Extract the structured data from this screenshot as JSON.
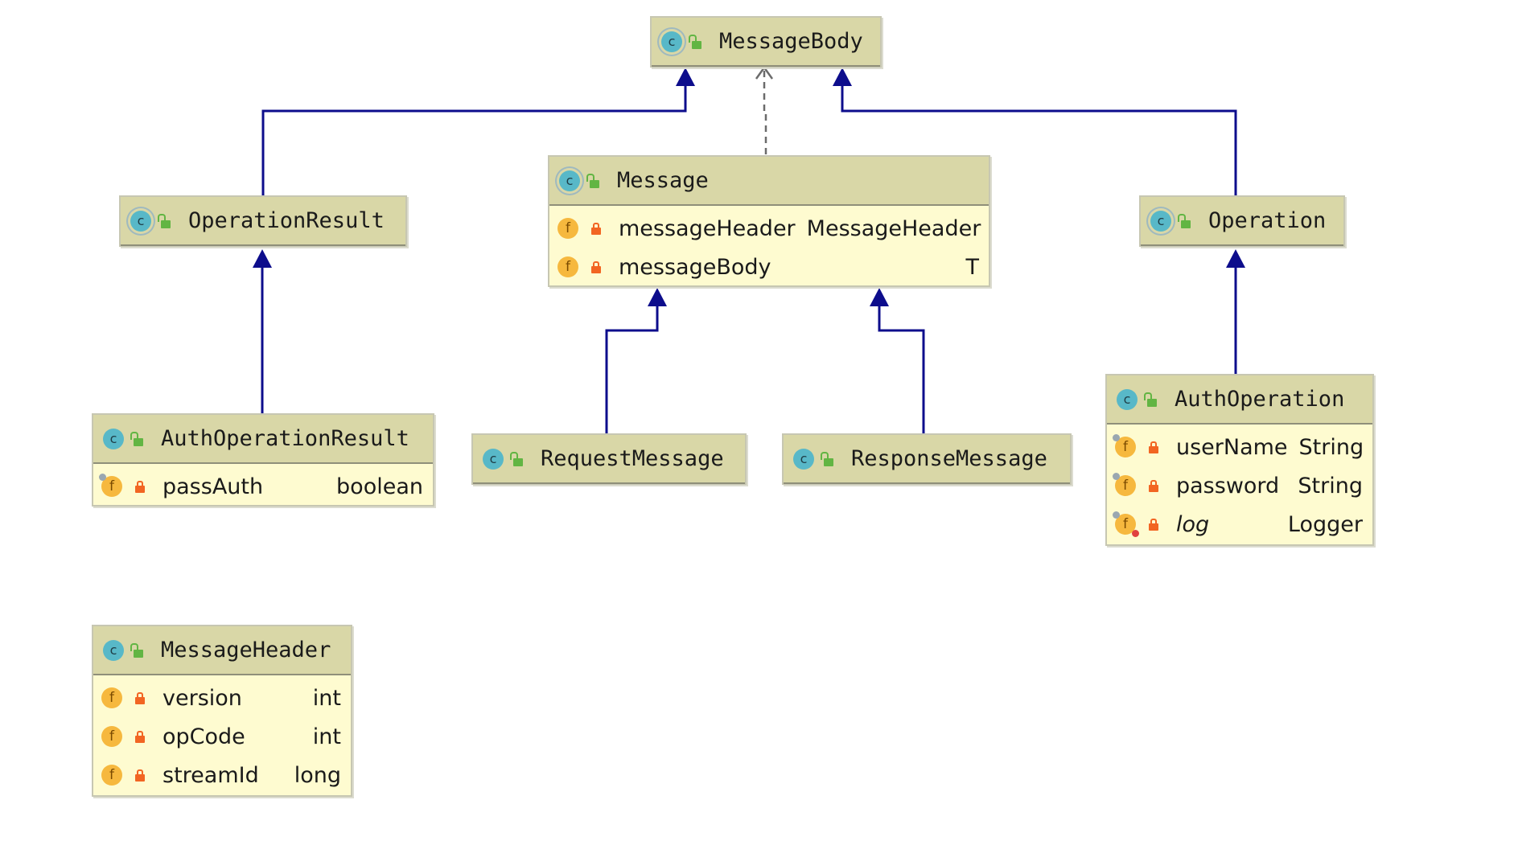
{
  "diagram": {
    "colors": {
      "header": "#d9d7a7",
      "body": "#fefbd0",
      "inheritance_edge": "#0d0d8c",
      "dependency_edge": "#6b6b6b",
      "class_icon": "#58b8c8",
      "field_icon": "#f6b83e",
      "private_lock": "#f26522",
      "public_lock": "#62b543"
    },
    "nodes": {
      "message_body": {
        "title": "MessageBody",
        "icon": "abstract-class-icon",
        "visibility_icon": "public-icon"
      },
      "message": {
        "title": "Message",
        "icon": "abstract-class-icon",
        "visibility_icon": "public-icon",
        "fields": [
          {
            "icon": "field-icon",
            "visibility": "private-lock-icon",
            "name": "messageHeader",
            "type": "MessageHeader"
          },
          {
            "icon": "field-icon",
            "visibility": "private-lock-icon",
            "name": "messageBody",
            "type": "T"
          }
        ]
      },
      "operation_result": {
        "title": "OperationResult",
        "icon": "abstract-class-icon",
        "visibility_icon": "public-icon"
      },
      "operation": {
        "title": "Operation",
        "icon": "abstract-class-icon",
        "visibility_icon": "public-icon"
      },
      "auth_operation_result": {
        "title": "AuthOperationResult",
        "icon": "class-icon",
        "visibility_icon": "public-icon",
        "fields": [
          {
            "icon": "field-icon",
            "visibility": "private-lock-icon",
            "name": "passAuth",
            "type": "boolean"
          }
        ]
      },
      "request_message": {
        "title": "RequestMessage",
        "icon": "class-icon",
        "visibility_icon": "public-icon"
      },
      "response_message": {
        "title": "ResponseMessage",
        "icon": "class-icon",
        "visibility_icon": "public-icon"
      },
      "auth_operation": {
        "title": "AuthOperation",
        "icon": "class-icon",
        "visibility_icon": "public-icon",
        "fields": [
          {
            "icon": "field-icon",
            "visibility": "private-lock-icon",
            "name": "userName",
            "type": "String"
          },
          {
            "icon": "field-icon",
            "visibility": "private-lock-icon",
            "name": "password",
            "type": "String"
          },
          {
            "icon": "static-field-icon",
            "visibility": "private-lock-icon",
            "name": "log",
            "type": "Logger"
          }
        ]
      },
      "message_header": {
        "title": "MessageHeader",
        "icon": "class-icon",
        "visibility_icon": "public-icon",
        "fields": [
          {
            "icon": "field-icon",
            "visibility": "private-lock-icon",
            "name": "version",
            "type": "int"
          },
          {
            "icon": "field-icon",
            "visibility": "private-lock-icon",
            "name": "opCode",
            "type": "int"
          },
          {
            "icon": "field-icon",
            "visibility": "private-lock-icon",
            "name": "streamId",
            "type": "long"
          }
        ]
      }
    },
    "edges": [
      {
        "from": "OperationResult",
        "to": "MessageBody",
        "kind": "extends"
      },
      {
        "from": "Message",
        "to": "MessageBody",
        "kind": "implements"
      },
      {
        "from": "Operation",
        "to": "MessageBody",
        "kind": "extends"
      },
      {
        "from": "AuthOperationResult",
        "to": "OperationResult",
        "kind": "extends"
      },
      {
        "from": "RequestMessage",
        "to": "Message",
        "kind": "extends"
      },
      {
        "from": "ResponseMessage",
        "to": "Message",
        "kind": "extends"
      },
      {
        "from": "AuthOperation",
        "to": "Operation",
        "kind": "extends"
      }
    ]
  }
}
